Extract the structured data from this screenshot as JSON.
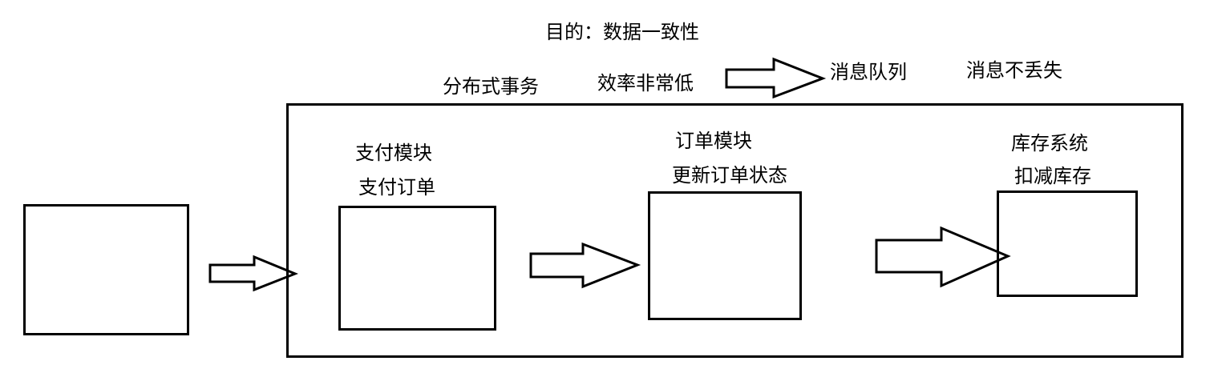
{
  "header": {
    "goal": "目的：数据一致性"
  },
  "top_row": {
    "distributed_tx": "分布式事务",
    "low_efficiency": "效率非常低",
    "message_queue": "消息队列",
    "no_message_loss": "消息不丢失"
  },
  "modules": {
    "payment": {
      "line1": "支付模块",
      "line2": "支付订单"
    },
    "order": {
      "line1": "订单模块",
      "line2": "更新订单状态"
    },
    "inventory": {
      "line1": "库存系统",
      "line2": "扣减库存"
    }
  },
  "colors": {
    "stroke": "#000000",
    "background": "#ffffff"
  }
}
